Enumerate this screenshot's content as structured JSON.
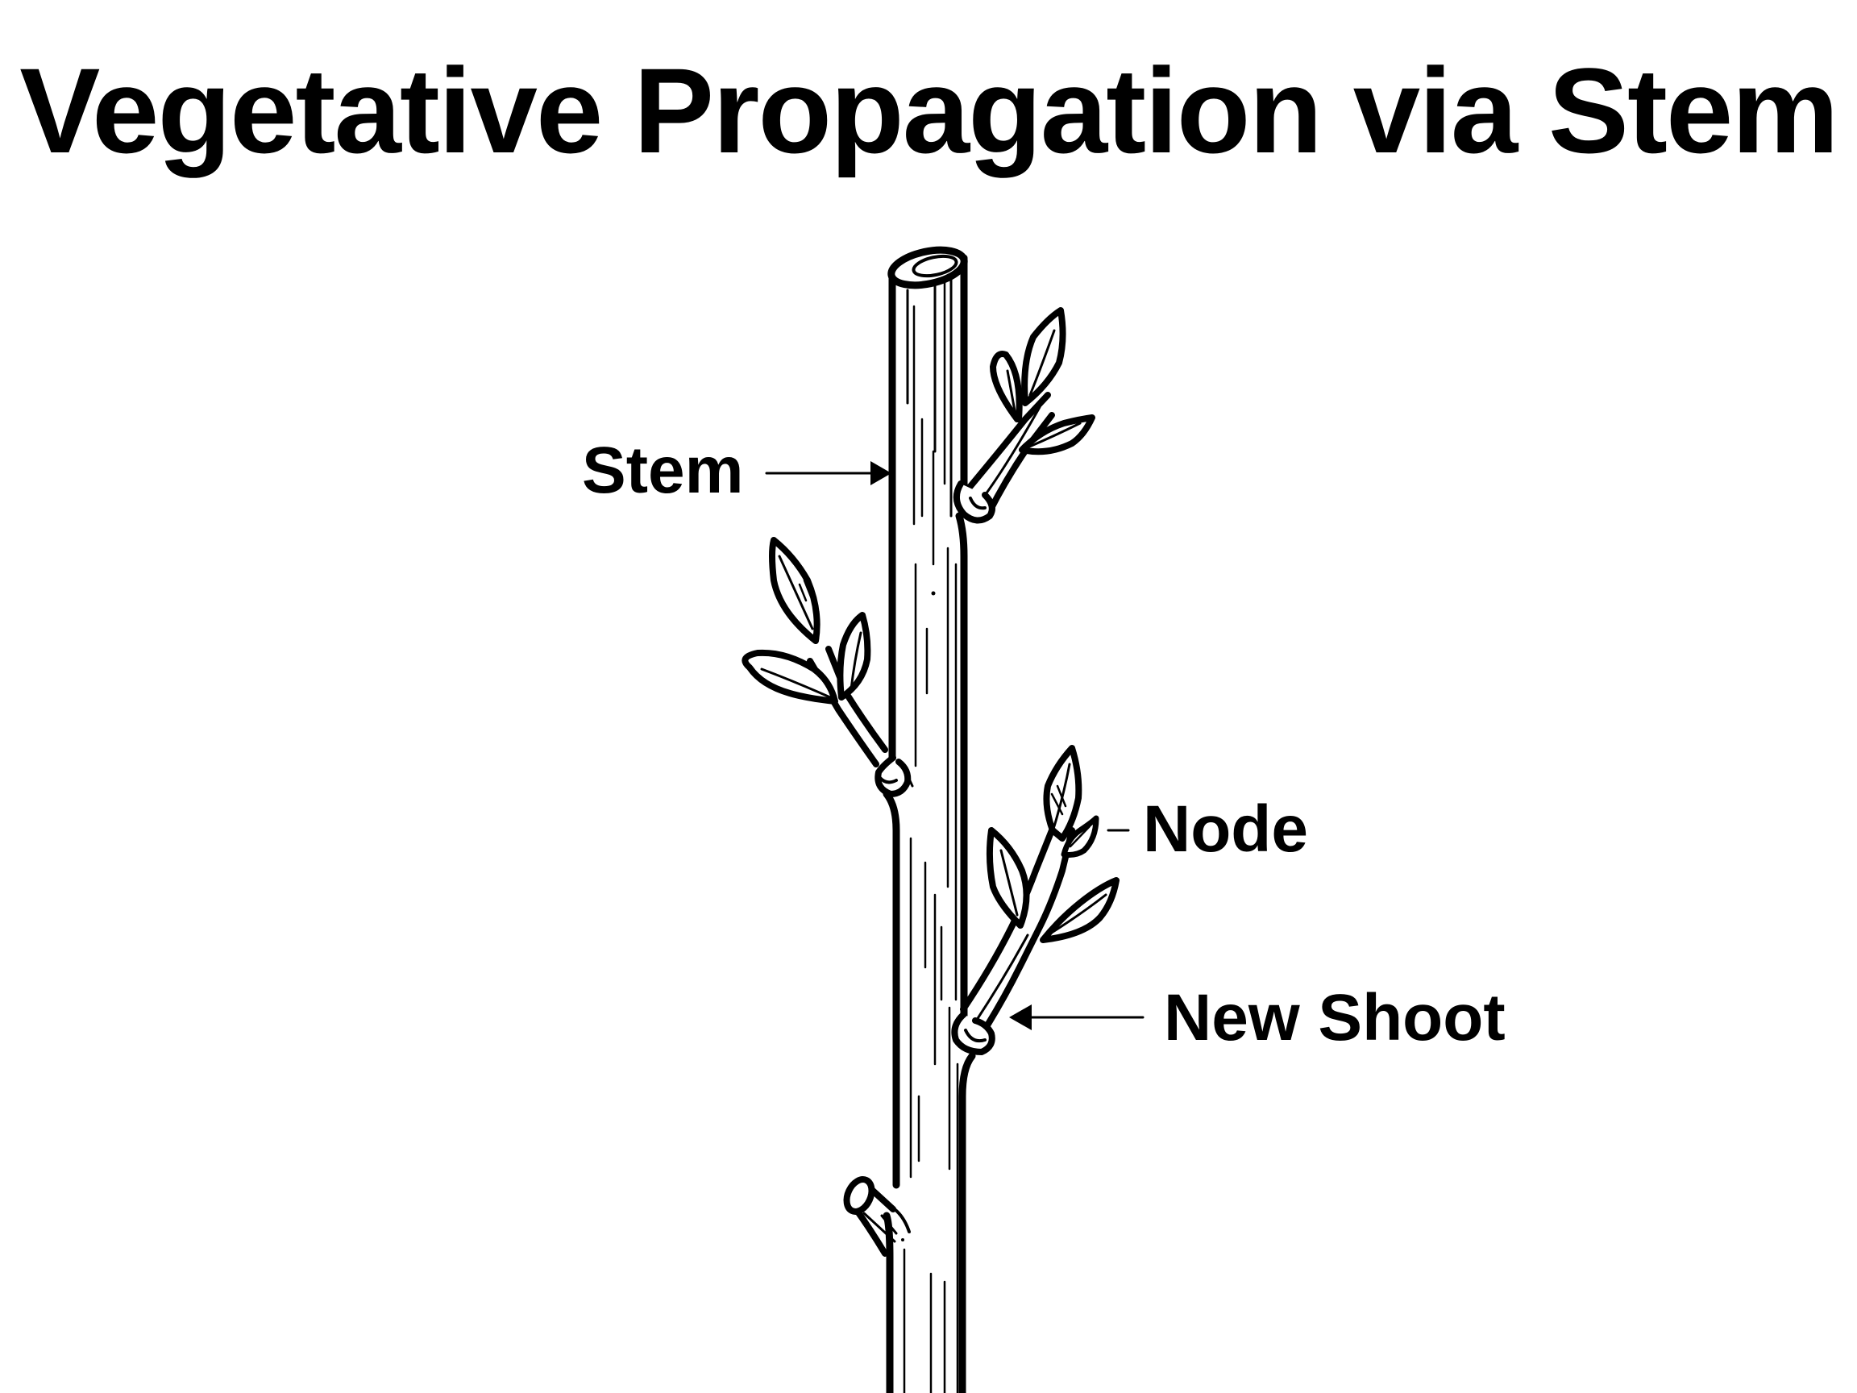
{
  "title": "Vegetative Propagation via Stem",
  "labels": {
    "stem": "Stem",
    "node": "Node",
    "new_shoot": "New Shoot"
  },
  "colors": {
    "ink": "#000000",
    "background": "#ffffff"
  }
}
